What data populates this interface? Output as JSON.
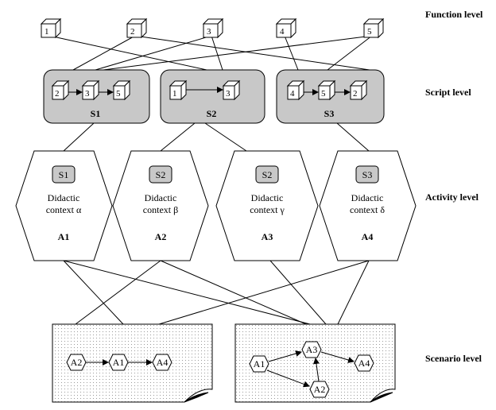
{
  "levels": {
    "function": "Function level",
    "script": "Script level",
    "activity": "Activity level",
    "scenario": "Scenario level"
  },
  "functions": [
    "1",
    "2",
    "3",
    "4",
    "5"
  ],
  "scripts": [
    {
      "label": "S1",
      "cubes": [
        "2",
        "3",
        "5"
      ]
    },
    {
      "label": "S2",
      "cubes": [
        "1",
        "3"
      ]
    },
    {
      "label": "S3",
      "cubes": [
        "4",
        "5",
        "2"
      ]
    }
  ],
  "activities": [
    {
      "script": "S1",
      "line1": "Didactic",
      "line2": "context α",
      "label": "A1"
    },
    {
      "script": "S2",
      "line1": "Didactic",
      "line2": "context β",
      "label": "A2"
    },
    {
      "script": "S2",
      "line1": "Didactic",
      "line2": "context γ",
      "label": "A3"
    },
    {
      "script": "S3",
      "line1": "Didactic",
      "line2": "context δ",
      "label": "A4"
    }
  ],
  "scenarios": [
    {
      "nodes": [
        "A2",
        "A1",
        "A4"
      ]
    },
    {
      "nodes": [
        "A1",
        "A3",
        "A4",
        "A2"
      ]
    }
  ],
  "colors": {
    "script_fill": "#c8c8c8",
    "stroke": "#000000",
    "scenario_dots": "#9a9a9a",
    "background": "#ffffff"
  }
}
